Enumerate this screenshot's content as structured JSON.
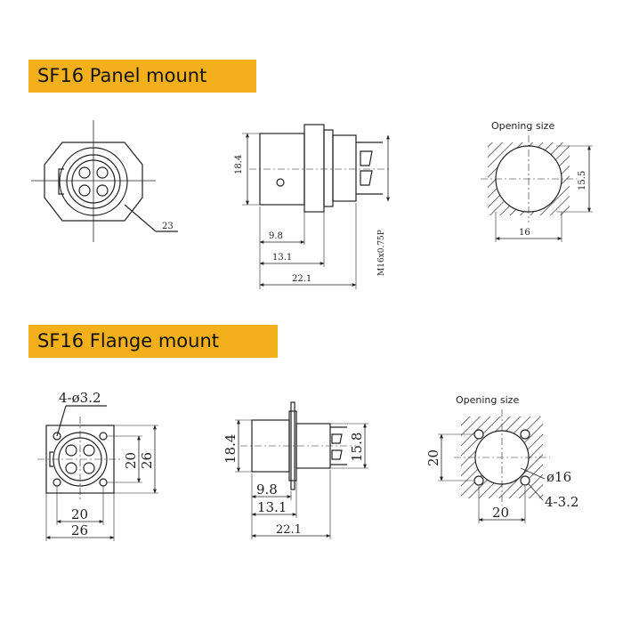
{
  "sections": {
    "panel": {
      "title": "SF16 Panel mount",
      "front_callout": "23",
      "side_dims": {
        "height": "18.4",
        "d1": "9.8",
        "d2": "13.1",
        "d3": "22.1",
        "thread": "M16x0.75P"
      },
      "opening": {
        "label": "Opening size",
        "width": "16",
        "height": "15.5"
      }
    },
    "flange": {
      "title": "SF16 Flange mount",
      "hole_callout": "4-ø3.2",
      "front_dims": {
        "inner_w": "20",
        "outer_w": "26",
        "inner_h": "20",
        "outer_h": "26"
      },
      "side_dims": {
        "height": "18.4",
        "right": "15.8",
        "d1": "9.8",
        "d2": "13.1",
        "d3": "22.1"
      },
      "opening": {
        "label": "Opening size",
        "height": "20",
        "dia": "ø16",
        "holes": "4-3.2",
        "width": "20"
      }
    }
  }
}
